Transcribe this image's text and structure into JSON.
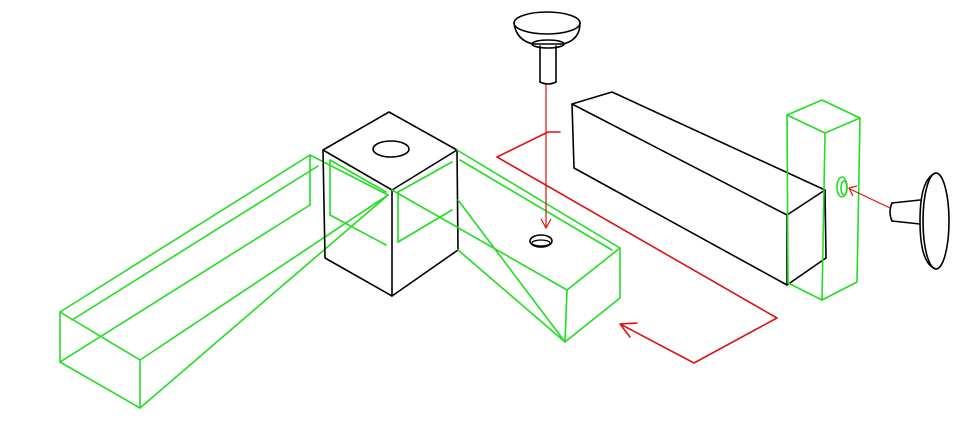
{
  "diagram": {
    "description_text": "",
    "colors": {
      "background": "#ffffff",
      "outline": "#000000",
      "highlight": "#22dd22",
      "arrow": "#dd1111"
    },
    "parts": [
      {
        "id": "left-arm",
        "color": "highlight"
      },
      {
        "id": "corner-block",
        "color": "outline"
      },
      {
        "id": "right-arm",
        "color": "highlight"
      },
      {
        "id": "top-peg",
        "color": "outline"
      },
      {
        "id": "separate-beam",
        "color": "outline"
      },
      {
        "id": "end-plate",
        "color": "highlight"
      },
      {
        "id": "side-peg",
        "color": "outline"
      }
    ],
    "arrows": [
      {
        "id": "vertical-insert-arrow",
        "from": "top-peg",
        "to": "right-arm-hole"
      },
      {
        "id": "horizontal-insert-arrow",
        "from": "side-peg",
        "to": "end-plate-hole"
      },
      {
        "id": "assembly-path-arrow",
        "from": "separate-beam",
        "to": "right-arm-end"
      }
    ]
  }
}
